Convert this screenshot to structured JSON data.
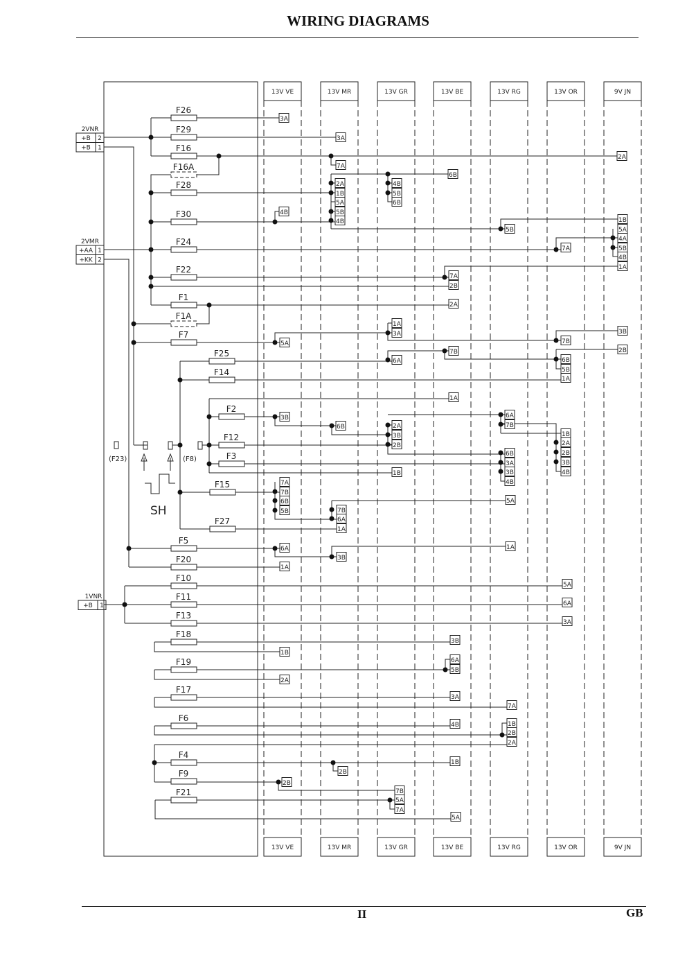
{
  "header": {
    "title": "WIRING DIAGRAMS"
  },
  "footer": {
    "page_number": "II",
    "language": "GB"
  },
  "terminals": {
    "c2vnr": {
      "name": "2VNR",
      "rows": [
        {
          "pin": "+B",
          "num": "2"
        },
        {
          "pin": "+B",
          "num": "1"
        }
      ]
    },
    "c2vmr": {
      "name": "2VMR",
      "rows": [
        {
          "pin": "+AA",
          "num": "1"
        },
        {
          "pin": "+KK",
          "num": "2"
        }
      ]
    },
    "c1vnr": {
      "name": "1VNR",
      "rows": [
        {
          "pin": "+B",
          "num": "1"
        }
      ]
    }
  },
  "columns": [
    "13V VE",
    "13V MR",
    "13V GR",
    "13V BE",
    "13V RG",
    "13V OR",
    "9V JN"
  ],
  "fuses": [
    "F26",
    "F29",
    "F16",
    "F16A",
    "F28",
    "F30",
    "F24",
    "F22",
    "F1",
    "F1A",
    "F7",
    "F25",
    "F14",
    "F2",
    "F12",
    "F3",
    "F15",
    "F27",
    "F5",
    "F20",
    "F10",
    "F11",
    "F13",
    "F18",
    "F19",
    "F17",
    "F6",
    "F4",
    "F9",
    "F21"
  ],
  "connectors": [
    "3A",
    "3A",
    "2A",
    "7A",
    "6B",
    "2A",
    "1B",
    "5A",
    "5B",
    "4B",
    "4B",
    "5B",
    "6B",
    "4B",
    "5B",
    "1B",
    "5A",
    "4A",
    "5B",
    "4B",
    "1A",
    "7A",
    "7A",
    "2B",
    "2A",
    "1A",
    "3A",
    "5A",
    "7B",
    "3B",
    "2B",
    "7B",
    "6A",
    "6B",
    "5B",
    "1A",
    "1A",
    "3B",
    "6B",
    "2A",
    "3B",
    "2B",
    "6A",
    "7B",
    "1B",
    "2A",
    "2B",
    "3B",
    "4B",
    "6B",
    "3A",
    "3B",
    "4B",
    "1B",
    "7A",
    "7B",
    "6B",
    "5B",
    "7B",
    "6A",
    "1A",
    "5A",
    "6A",
    "1A",
    "3B",
    "1A",
    "5A",
    "6A",
    "3A",
    "3B",
    "1B",
    "6A",
    "5B",
    "2A",
    "3A",
    "7A",
    "4B",
    "1B",
    "2B",
    "2A",
    "1B",
    "2B",
    "2B",
    "7B",
    "5A",
    "7A",
    "5A"
  ],
  "misc": {
    "f23": "(F23)",
    "f8": "(F8)",
    "shunt": "SH"
  }
}
